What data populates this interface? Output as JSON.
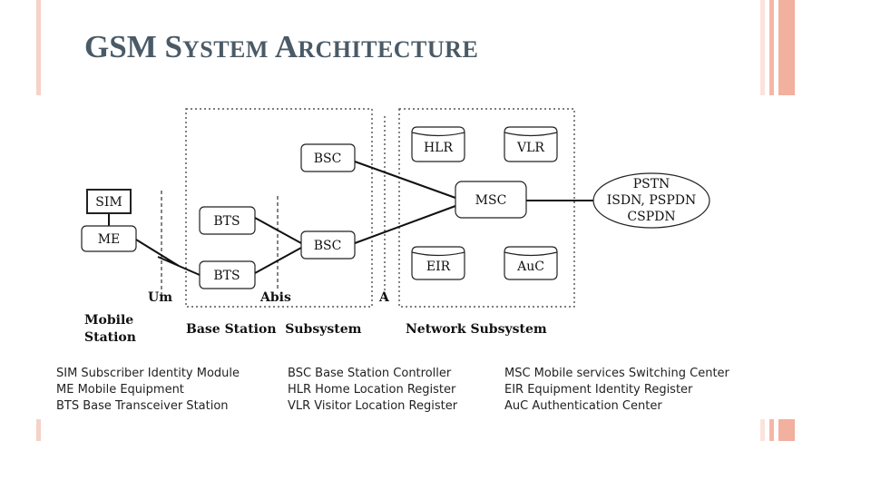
{
  "slide": {
    "title_parts": [
      {
        "text": "GSM ",
        "size": "big"
      },
      {
        "text": "S",
        "size": "big"
      },
      {
        "text": "YSTEM ",
        "size": "small"
      },
      {
        "text": "A",
        "size": "big"
      },
      {
        "text": "RCHITECTURE",
        "size": "small"
      }
    ],
    "accent_color": "#f2b8a8"
  },
  "diagram": {
    "nodes": {
      "sim": "SIM",
      "me": "ME",
      "bts1": "BTS",
      "bts2": "BTS",
      "bsc1": "BSC",
      "bsc2": "BSC",
      "msc": "MSC",
      "hlr": "HLR",
      "vlr": "VLR",
      "eir": "EIR",
      "auc": "AuC",
      "pstn_lines": [
        "PSTN",
        "ISDN, PSPDN",
        "CSPDN"
      ]
    },
    "interfaces": {
      "um": "Um",
      "abis": "Abis",
      "a": "A"
    },
    "subsystems": {
      "mobile_station_lines": [
        "Mobile",
        "Station"
      ],
      "base_station_subsystem": "Base Station  Subsystem",
      "network_subsystem": "Network Subsystem"
    }
  },
  "legend": [
    [
      "SIM  Subscriber Identity Module",
      "BSC  Base Station Controller",
      "MSC  Mobile services Switching Center"
    ],
    [
      "ME  Mobile Equipment",
      "HLR  Home Location Register",
      "EIR  Equipment Identity Register"
    ],
    [
      "BTS  Base Transceiver Station",
      "VLR  Visitor Location Register",
      "AuC  Authentication Center"
    ]
  ]
}
